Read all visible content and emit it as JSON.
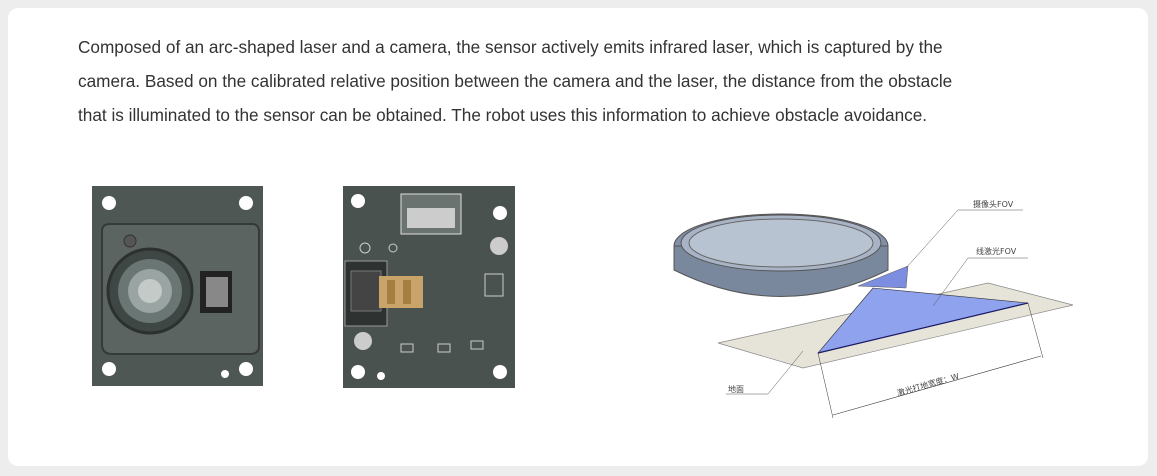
{
  "description": "Composed of an arc-shaped laser and a camera, the sensor actively emits infrared laser, which is captured by the camera. Based on the calibrated relative position between the camera and the laser, the distance from the obstacle that is illuminated to the sensor can be obtained. The robot uses this information to achieve obstacle avoidance.",
  "diagram": {
    "camera_fov_label": "摄像头FOV",
    "laser_fov_label": "线激光FOV",
    "ground_label": "地面",
    "width_label": "激光打地宽度：W"
  },
  "colors": {
    "board": "#4a524f",
    "laser": "#8fa2ee",
    "ground": "#e6e3d8"
  }
}
